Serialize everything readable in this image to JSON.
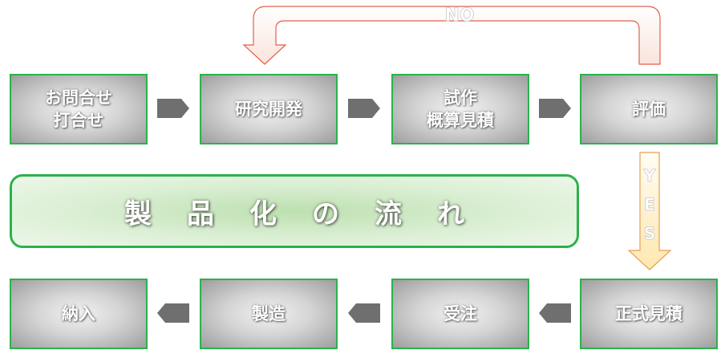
{
  "row1": [
    {
      "label": "お問合せ\n打合せ"
    },
    {
      "label": "研究開発"
    },
    {
      "label": "試作\n概算見積"
    },
    {
      "label": "評価"
    }
  ],
  "banner": {
    "label": "製品化の流れ"
  },
  "row2": [
    {
      "label": "納入"
    },
    {
      "label": "製造"
    },
    {
      "label": "受注"
    },
    {
      "label": "正式見積"
    }
  ],
  "loop_arrow": {
    "label": "NO"
  },
  "down_arrow": {
    "letters": [
      "Y",
      "E",
      "S"
    ]
  },
  "colors": {
    "box_border": "#2bb24c",
    "connector": "#6f6f6f",
    "no_arrow_stroke": "#e06050",
    "yes_arrow_stroke": "#e8a050",
    "yes_arrow_fill": "#fff0cc"
  }
}
